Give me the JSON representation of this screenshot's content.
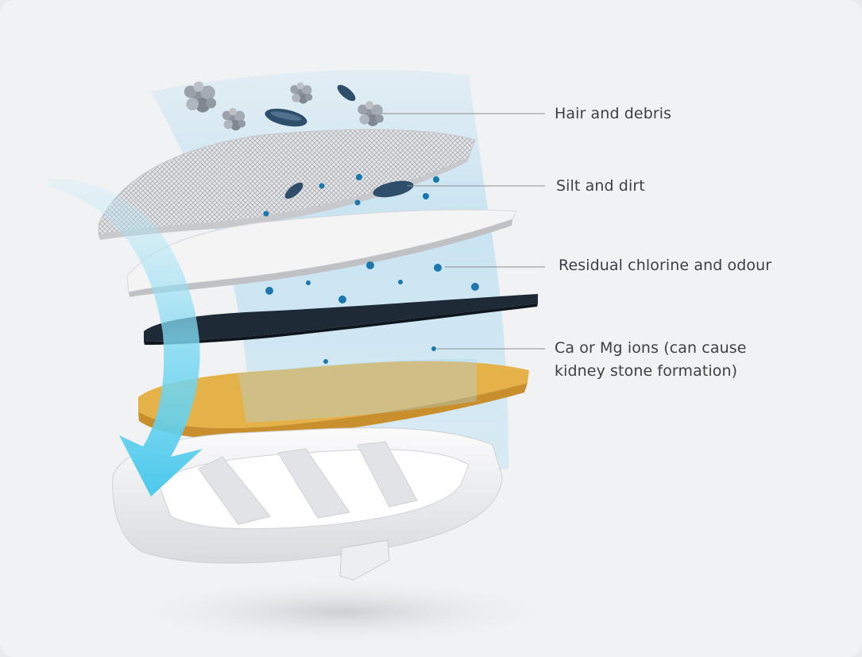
{
  "labels": {
    "hair_and_debris": "Hair and debris",
    "silt_and_dirt": "Silt and dirt",
    "chlorine": "Residual chlorine and odour",
    "ions_line1": "Ca or Mg ions (can cause",
    "ions_line2": "kidney stone formation)"
  },
  "colors": {
    "background": "#f1f2f4",
    "water_stream": "#8fcdeb",
    "flow_arrow": "#5fd0ee",
    "mesh_layer": "#cfd1d4",
    "cotton_layer": "#f3f3f3",
    "carbon_layer": "#1e2a36",
    "resin_layer": "#e3b049",
    "particle_dot": "#1a78ad",
    "label_text": "#3c3f44",
    "leader_line": "#8a8d92"
  },
  "icons": [
    "dust-clump-icon",
    "bacteria-icon",
    "particle-dot-icon",
    "flow-arrow-icon"
  ]
}
